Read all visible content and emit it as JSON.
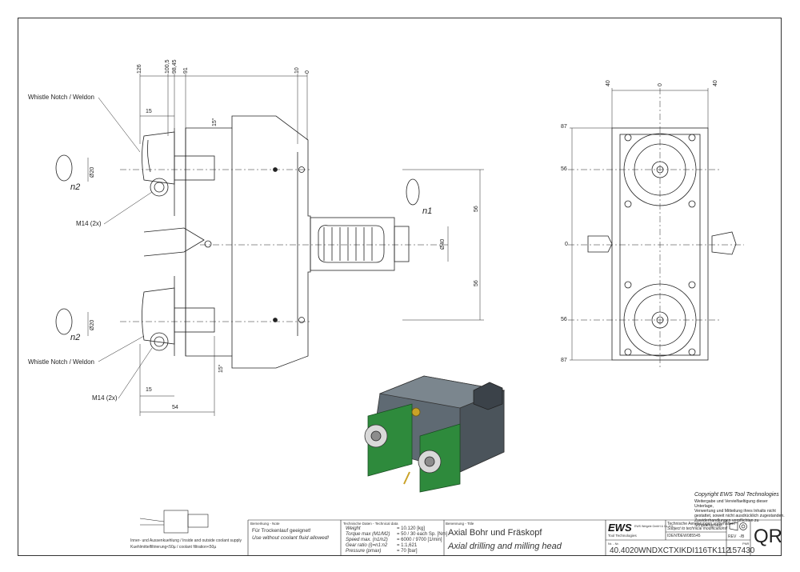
{
  "labels": {
    "whistle_top": "Whistle Notch / Weldon",
    "whistle_bottom": "Whistle Notch / Weldon",
    "m14_top": "M14 (2x)",
    "m14_bottom": "M14 (2x)",
    "n2_top": "n2",
    "n2_bottom": "n2",
    "n1": "n1"
  },
  "dimensions": {
    "top": [
      "126",
      "100,5",
      "98,45",
      "91",
      "10",
      "0"
    ],
    "d20_top": "Ø20",
    "d20_bottom": "Ø20",
    "fifteen_top": "15",
    "fifteen_bottom": "15",
    "fifty_four": "54",
    "fifteen_deg_top": "15°",
    "fifteen_deg_bottom": "15°",
    "fifty_six_a": "56",
    "fifty_six_b": "56",
    "d40": "Ø40",
    "right_top": [
      "40",
      "0",
      "40"
    ],
    "right_left": [
      "87",
      "56",
      "0",
      "56",
      "87"
    ]
  },
  "notes": {
    "coolant_en": "Inner- und Aussenkuehlung / Inside and outside coolant supply",
    "coolant_de": "Kuehlmittelfiltrierung<50µ / coolant filtration<50µ"
  },
  "title_block": {
    "remark_label": "Bemerkung - Note",
    "remark_de": "Für Trockenlauf geeignet!",
    "remark_en": "Use without coolant fluid allowed!",
    "tech_label": "Technische Daten - Technical data",
    "tech_rows": [
      {
        "k": "Weight",
        "v": "=  10.120 [kg]"
      },
      {
        "k": "Torque max (M1/M2)",
        "v": "=  50 / 30 each Sp. [Nm]"
      },
      {
        "k": "Speed max. (n1/n2)",
        "v": "=  6000 / 9700 [1/min]"
      },
      {
        "k": "Gear ratio (i)=n1:n2",
        "v": "=  1:1,621"
      },
      {
        "k": "Pressure    (pmax)",
        "v": "=  70 [bar]"
      }
    ],
    "name_label": "Benennung - Title",
    "title_de": "Axial Bohr und Fräskopf",
    "title_en": "Axial drilling and milling head",
    "logo": "EWS",
    "logo_sub": "Tool Technologies",
    "company": "EWS Weigele GmbH & Co. KG",
    "change_de": "Technische Aenderungen vorbehalten!",
    "change_en": "Subject to technical modifications!",
    "ident_label": "IDENT",
    "ident": "0EW085545",
    "rev_label": "REV",
    "rev": "-/B",
    "nr_label": "Nr. - Nr.",
    "part_no": "40.4020WNDXCTXIKDI116TK112",
    "pnr_label": "PNR",
    "pnr": "157430",
    "qr": "QR"
  },
  "copyright": {
    "heading": "Copyright EWS Tool Technologies",
    "text": "Weitergabe und Vervielfaeltigung dieser Unterlage,\nVerwertung und Mitteilung ihres Inhalts nicht\ngestattet, soweit nicht ausdrücklich zugestanden.\nZuwiderhandlungen verpflichten zu Schadenersatz."
  }
}
